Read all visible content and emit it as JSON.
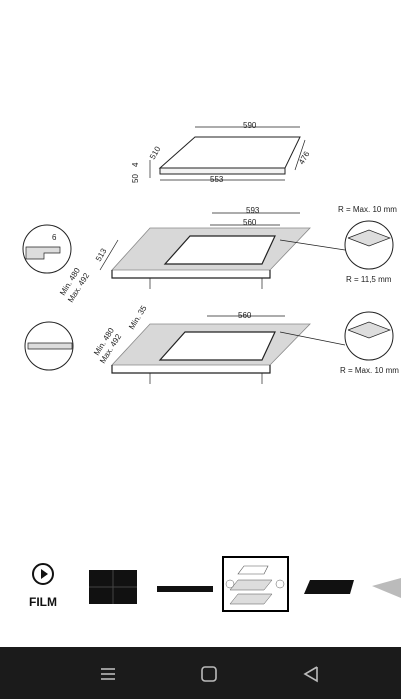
{
  "diagram": {
    "top_hob": {
      "width": "590",
      "depth": "510",
      "height_a": "50",
      "height_b": "4",
      "depth2": "476",
      "length": "553"
    },
    "cutout_flush": {
      "span_a": "593",
      "span_b": "560",
      "depth": "513",
      "min": "Min. 480",
      "max": "Max. 492",
      "edge": "6",
      "r_top": "R = Max. 10 mm",
      "r_bottom": "R = 11,5 mm"
    },
    "cutout_standard": {
      "span": "560",
      "min": "Min. 480",
      "max": "Max. 492",
      "min35": "Min. 35",
      "r": "R = Max. 10 mm"
    }
  },
  "thumbstrip": {
    "film_label": "FILM",
    "film_icon": "play-circle-icon"
  },
  "navbar": {
    "recent_icon": "recent-apps-icon",
    "home_icon": "home-icon",
    "back_icon": "back-icon"
  }
}
